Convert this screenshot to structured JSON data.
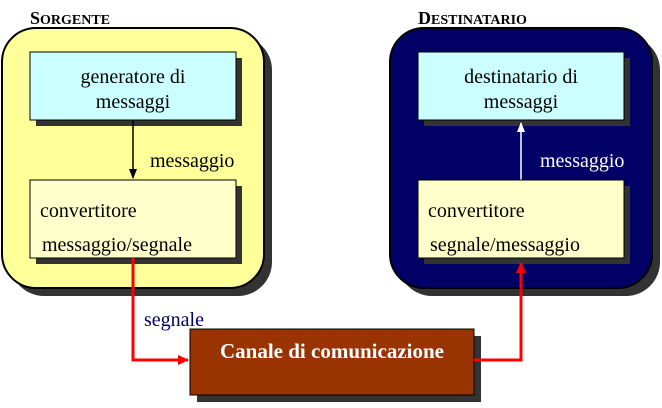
{
  "source": {
    "title_first": "S",
    "title_rest": "ORGENTE",
    "generator_line1": "generatore di",
    "generator_line2": "messaggi",
    "message_label": "messaggio",
    "converter_line1": "convertitore",
    "converter_line2": "messaggio/segnale"
  },
  "destination": {
    "title_first": "D",
    "title_rest": "ESTINATARIO",
    "receiver_line1": "destinatario di",
    "receiver_line2": "messaggi",
    "message_label": "messaggio",
    "converter_line1": "convertitore",
    "converter_line2": "segnale/messaggio"
  },
  "signal_label": "segnale",
  "channel_label": "Canale di comunicazione",
  "colors": {
    "source_panel": "#ffff99",
    "destination_panel": "#000066",
    "message_box": "#ccffff",
    "converter_box": "#ffffcc",
    "channel_box": "#993300",
    "signal_arrow": "#ff0000",
    "shadow": "#333333"
  }
}
